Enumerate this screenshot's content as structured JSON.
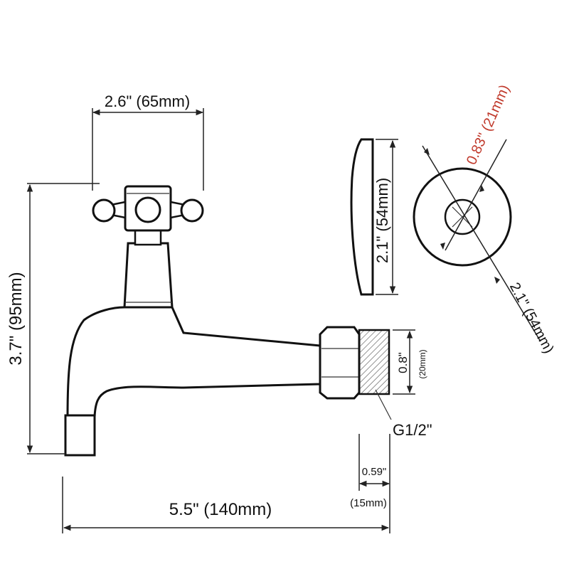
{
  "dimensions": {
    "handle_width": "2.6\" (65mm)",
    "total_height": "3.7\" (95mm)",
    "total_length": "5.5\" (140mm)",
    "flange_height": "2.1\" (54mm)",
    "flange_diameter": "2.1\" (54mm)",
    "hole_diameter": "0.83\" (21mm)",
    "thread_dia_in": "0.8\"",
    "thread_dia_mm": "(20mm)",
    "thread_spec": "G1/2\"",
    "thread_length_in": "0.59\"",
    "thread_length_mm": "(15mm)"
  },
  "colors": {
    "line": "#111111",
    "highlight": "#c0392b"
  }
}
